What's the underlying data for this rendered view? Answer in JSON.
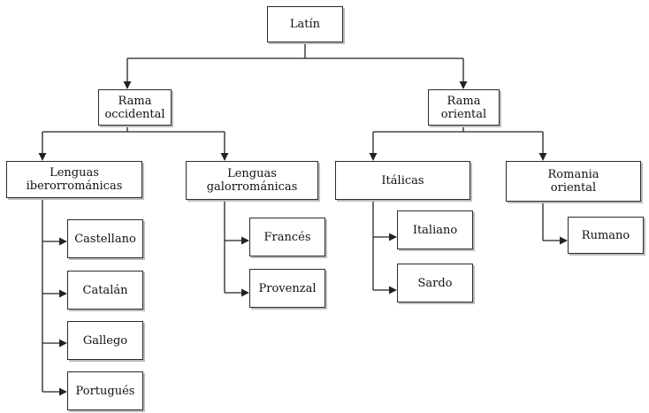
{
  "colors": {
    "line": "#222222",
    "border": "#2a2a2a",
    "text": "#111111"
  },
  "nodes": {
    "root": "Latín",
    "west": "Rama\noccidental",
    "east": "Rama\noriental",
    "ibero": "Lenguas\niberorrománicas",
    "galo": "Lenguas\ngalorrománicas",
    "italicas": "Itálicas",
    "romania": "Romania\noriental",
    "castellano": "Castellano",
    "catalan": "Catalán",
    "gallego": "Gallego",
    "portugues": "Portugués",
    "frances": "Francés",
    "provenzal": "Provenzal",
    "italiano": "Italiano",
    "sardo": "Sardo",
    "rumano": "Rumano"
  }
}
